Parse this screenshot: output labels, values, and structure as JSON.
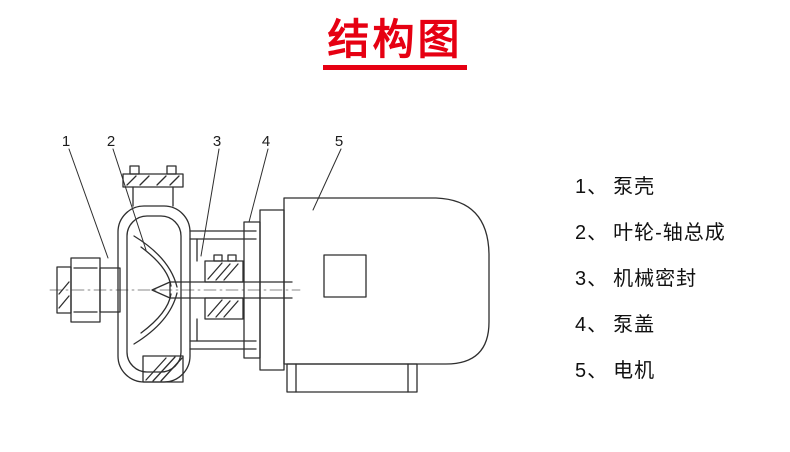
{
  "page": {
    "title": "结构图"
  },
  "diagram": {
    "callouts": [
      "1",
      "2",
      "3",
      "4",
      "5"
    ]
  },
  "legend": {
    "items": [
      {
        "id": "1、",
        "label": "泵壳"
      },
      {
        "id": "2、",
        "label": "叶轮-轴总成"
      },
      {
        "id": "3、",
        "label": "机械密封"
      },
      {
        "id": "4、",
        "label": "泵盖"
      },
      {
        "id": "5、",
        "label": "电机"
      }
    ]
  },
  "colors": {
    "accent": "#e60012",
    "line": "#2e2e2e",
    "background": "#ffffff"
  }
}
